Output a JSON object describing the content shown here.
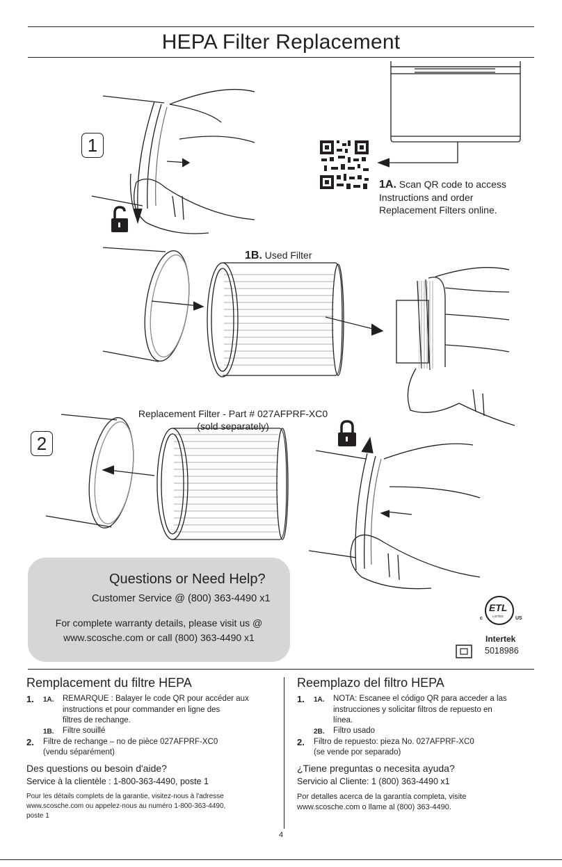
{
  "title": "HEPA Filter Replacement",
  "steps": {
    "one": "1",
    "two": "2"
  },
  "labels": {
    "a1_num": "1A.",
    "a1_l1": "Scan QR code to access",
    "a1_l2": "Instructions and order",
    "a1_l3": "Replacement Filters online.",
    "b1_num": "1B.",
    "b1_text": "Used Filter",
    "rep_l1": "Replacement Filter - Part # 027AFPRF-XC0",
    "rep_l2": "(sold separately)"
  },
  "help": {
    "title": "Questions or Need Help?",
    "customer_service": "Customer Service @ (800) 363-4490 x1",
    "warranty_l1": "For complete warranty details, please visit us @",
    "warranty_l2": "www.scosche.com or call (800) 363-4490 x1"
  },
  "cert": {
    "c": "c",
    "us": "US",
    "etl": "ETL",
    "listed": "LISTED",
    "lab": "Intertek",
    "number": "5018986"
  },
  "french": {
    "heading": "Remplacement du filtre HEPA",
    "n1": "1.",
    "s1a": "1A.",
    "t1a_l1": "REMARQUE : Balayer le code QR pour accéder aux",
    "t1a_l2": "instructions et pour commander en ligne des",
    "t1a_l3": "filtres de rechange.",
    "s1b": "1B.",
    "t1b": "Filtre souillé",
    "n2": "2.",
    "t2_l1": "Filtre de rechange – no de pièce 027AFPRF-XC0",
    "t2_l2": "(vendu séparément)",
    "q": "Des questions ou besoin d'aide?",
    "service": "Service à la clientèle : 1-800-363-4490, poste 1",
    "w1": "Pour les détails complets de la garantie, visitez-nous à l'adresse",
    "w2": "www.scosche.com ou appelez-nous au numéro 1-800-363-4490,",
    "w3": "poste 1"
  },
  "spanish": {
    "heading": "Reemplazo del filtro HEPA",
    "n1": "1.",
    "s1a": "1A.",
    "t1a_l1": "NOTA: Escanee el código QR para acceder a las",
    "t1a_l2": "instrucciones y solicitar filtros de repuesto en",
    "t1a_l3": "línea.",
    "s2b": "2B.",
    "t2b": "Filtro usado",
    "n2": "2.",
    "t2_l1": "Filtro de repuesto: pieza No. 027AFPRF-XC0",
    "t2_l2": "(se vende por separado)",
    "q": "¿Tiene preguntas o necesita ayuda?",
    "service": "Servicio al Cliente: 1 (800) 363-4490 x1",
    "w1": "Por detalles acerca de la garantía completa, visite",
    "w2": "www.scosche.com o llame al (800) 363-4490."
  },
  "page_number": "4"
}
